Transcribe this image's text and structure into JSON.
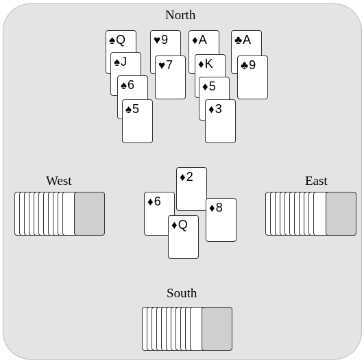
{
  "seats": {
    "north": {
      "label": "North"
    },
    "west": {
      "label": "West"
    },
    "east": {
      "label": "East"
    },
    "south": {
      "label": "South"
    }
  },
  "north_hand": {
    "spades": [
      {
        "suit": "♠",
        "rank": "Q"
      },
      {
        "suit": "♠",
        "rank": "J"
      },
      {
        "suit": "♠",
        "rank": "6"
      },
      {
        "suit": "♠",
        "rank": "5"
      }
    ],
    "hearts": [
      {
        "suit": "♥",
        "rank": "9"
      },
      {
        "suit": "♥",
        "rank": "7"
      }
    ],
    "diamonds": [
      {
        "suit": "♦",
        "rank": "A"
      },
      {
        "suit": "♦",
        "rank": "K"
      },
      {
        "suit": "♦",
        "rank": "5"
      },
      {
        "suit": "♦",
        "rank": "3"
      }
    ],
    "clubs": [
      {
        "suit": "♣",
        "rank": "A"
      },
      {
        "suit": "♣",
        "rank": "9"
      }
    ]
  },
  "trick": {
    "north": {
      "suit": "♦",
      "rank": "2"
    },
    "west": {
      "suit": "♦",
      "rank": "6"
    },
    "east": {
      "suit": "♦",
      "rank": "8"
    },
    "south": {
      "suit": "♦",
      "rank": "Q"
    }
  },
  "colors": {
    "table": "#e4e4e4",
    "card_back_top": "#cfcfcf",
    "card_face": "#ffffff"
  }
}
